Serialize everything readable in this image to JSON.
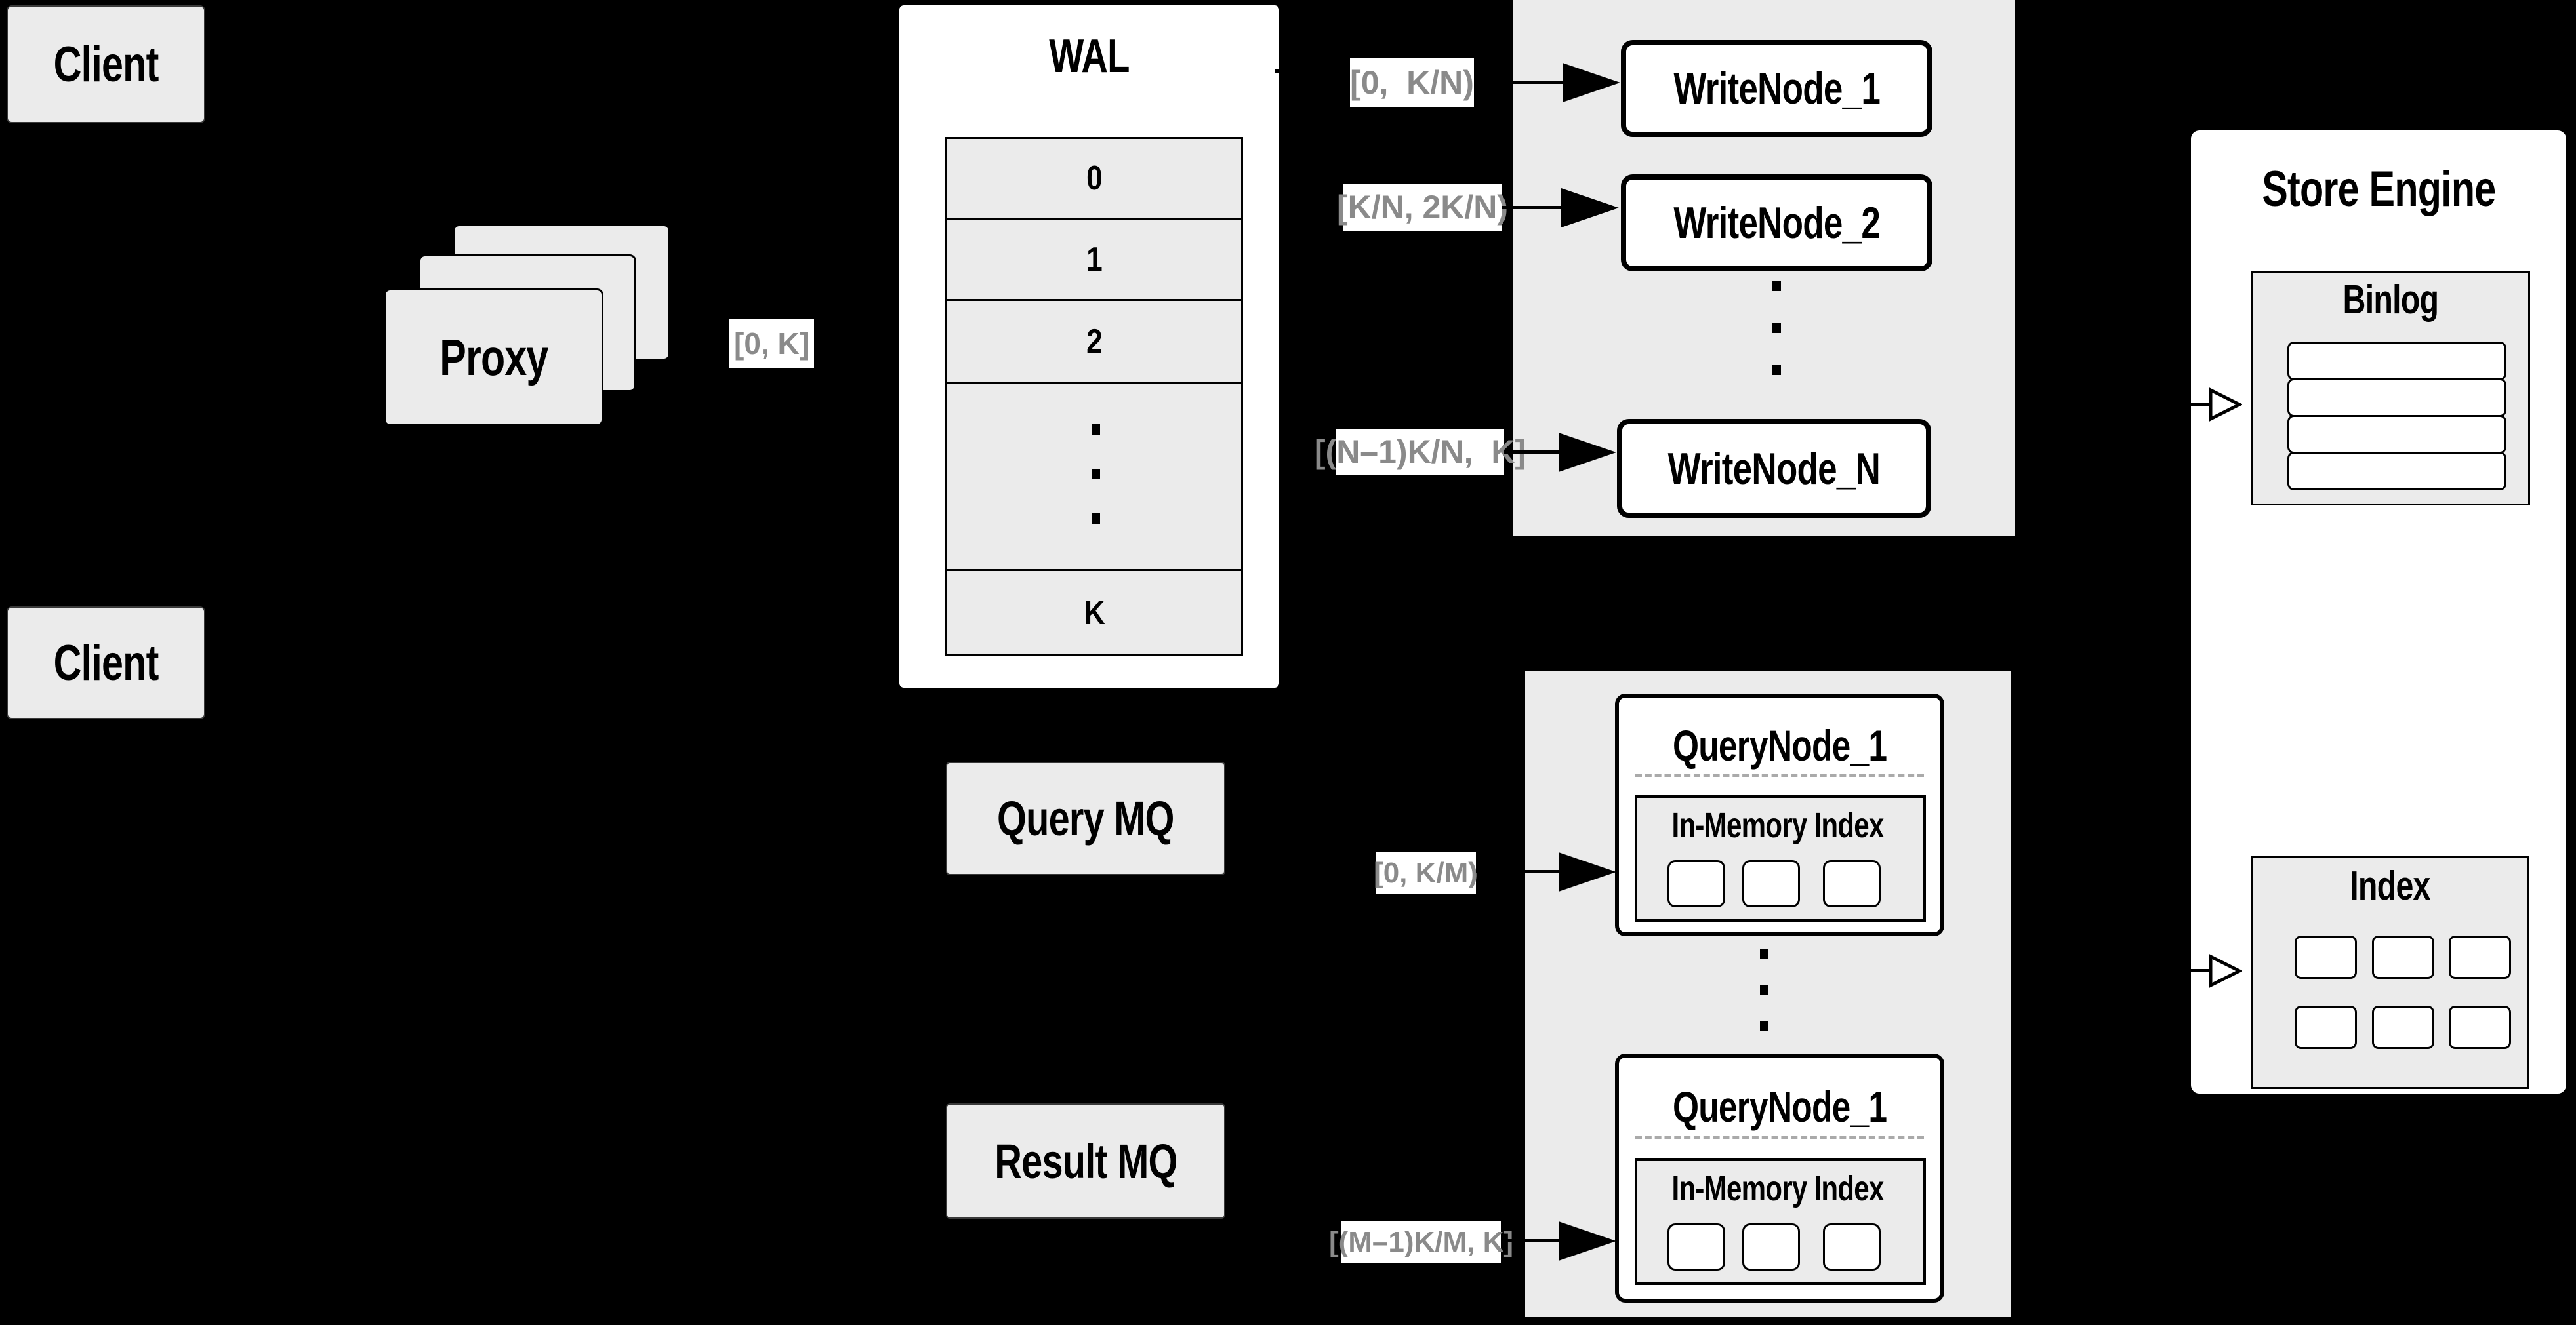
{
  "colors": {
    "background": "#000000",
    "box_gray": "#ebebeb",
    "box_white": "#ffffff",
    "border": "#000000",
    "range_label_text": "#8a8a8a"
  },
  "clients": {
    "top": "Client",
    "bottom": "Client"
  },
  "proxy": {
    "label": "Proxy",
    "stack_count": 3
  },
  "wal": {
    "title": "WAL",
    "segments": [
      "0",
      "1",
      "2"
    ],
    "last_segment": "K"
  },
  "ranges": {
    "full": "[0, K]",
    "write_1": "[0,  K/N)",
    "write_2": "[K/N, 2K/N)",
    "write_n": "[(N–1)K/N,  K]",
    "query_1": "[0, K/M)",
    "query_m": "[(M–1)K/M, K]"
  },
  "write_nodes": {
    "node_1": "WriteNode_1",
    "node_2": "WriteNode_2",
    "node_n": "WriteNode_N"
  },
  "store_engine": {
    "title": "Store Engine",
    "binlog": {
      "title": "Binlog",
      "row_count": 4
    },
    "index": {
      "title": "Index",
      "cell_count": 6
    }
  },
  "mq": {
    "query": "Query MQ",
    "result": "Result MQ"
  },
  "query_nodes": {
    "node_top": "QueryNode_1",
    "node_bottom": "QueryNode_1",
    "inner_title_top": "In-Memory Index",
    "inner_title_bottom": "In-Memory Index"
  }
}
